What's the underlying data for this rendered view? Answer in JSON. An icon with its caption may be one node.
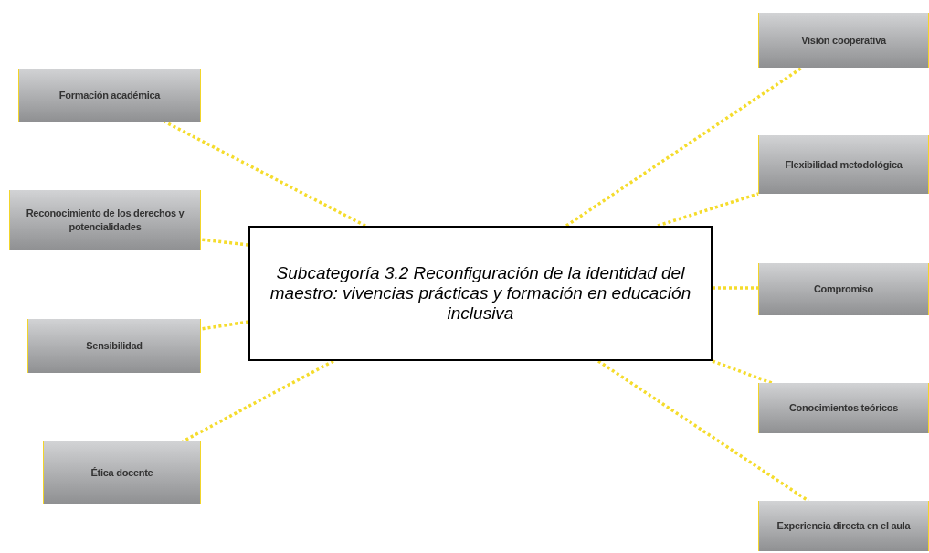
{
  "diagram": {
    "nodes": [
      {
        "text": [
          "Subcategoría 3.2 Reconfiguración de la identidad del maestro: vivencias prácticas y formación en educación inclusiva"
        ]
      },
      {
        "text": [
          "Formación académica"
        ]
      },
      {
        "text": [
          "Reconocimiento de los derechos y potencialidades"
        ]
      },
      {
        "text": [
          "Sensibilidad"
        ]
      },
      {
        "text": [
          "Ética docente"
        ]
      },
      {
        "text": [
          "Visión cooperativa"
        ]
      },
      {
        "text": [
          "Flexibilidad metodológica"
        ]
      },
      {
        "text": [
          "Compromiso"
        ]
      },
      {
        "text": [
          "Conocimientos teóricos"
        ]
      },
      {
        "text": [
          "Experiencia directa en el aula"
        ]
      }
    ],
    "edges": [
      {
        "from": 0,
        "to": 1,
        "arrow": "none",
        "style": "dashed",
        "color": "#f5dc2c"
      },
      {
        "from": 0,
        "to": 2,
        "arrow": "none",
        "style": "dashed",
        "color": "#f5dc2c"
      },
      {
        "from": 0,
        "to": 3,
        "arrow": "none",
        "style": "dashed",
        "color": "#f5dc2c"
      },
      {
        "from": 0,
        "to": 4,
        "arrow": "none",
        "style": "dashed",
        "color": "#f5dc2c"
      },
      {
        "from": 0,
        "to": 5,
        "arrow": "none",
        "style": "dashed",
        "color": "#f5dc2c"
      },
      {
        "from": 0,
        "to": 6,
        "arrow": "none",
        "style": "dashed",
        "color": "#f5dc2c"
      },
      {
        "from": 0,
        "to": 7,
        "arrow": "none",
        "style": "dashed",
        "color": "#f5dc2c"
      },
      {
        "from": 0,
        "to": 8,
        "arrow": "none",
        "style": "dashed",
        "color": "#f5dc2c"
      },
      {
        "from": 0,
        "to": 9,
        "arrow": "none",
        "style": "dashed",
        "color": "#f5dc2c"
      }
    ]
  }
}
